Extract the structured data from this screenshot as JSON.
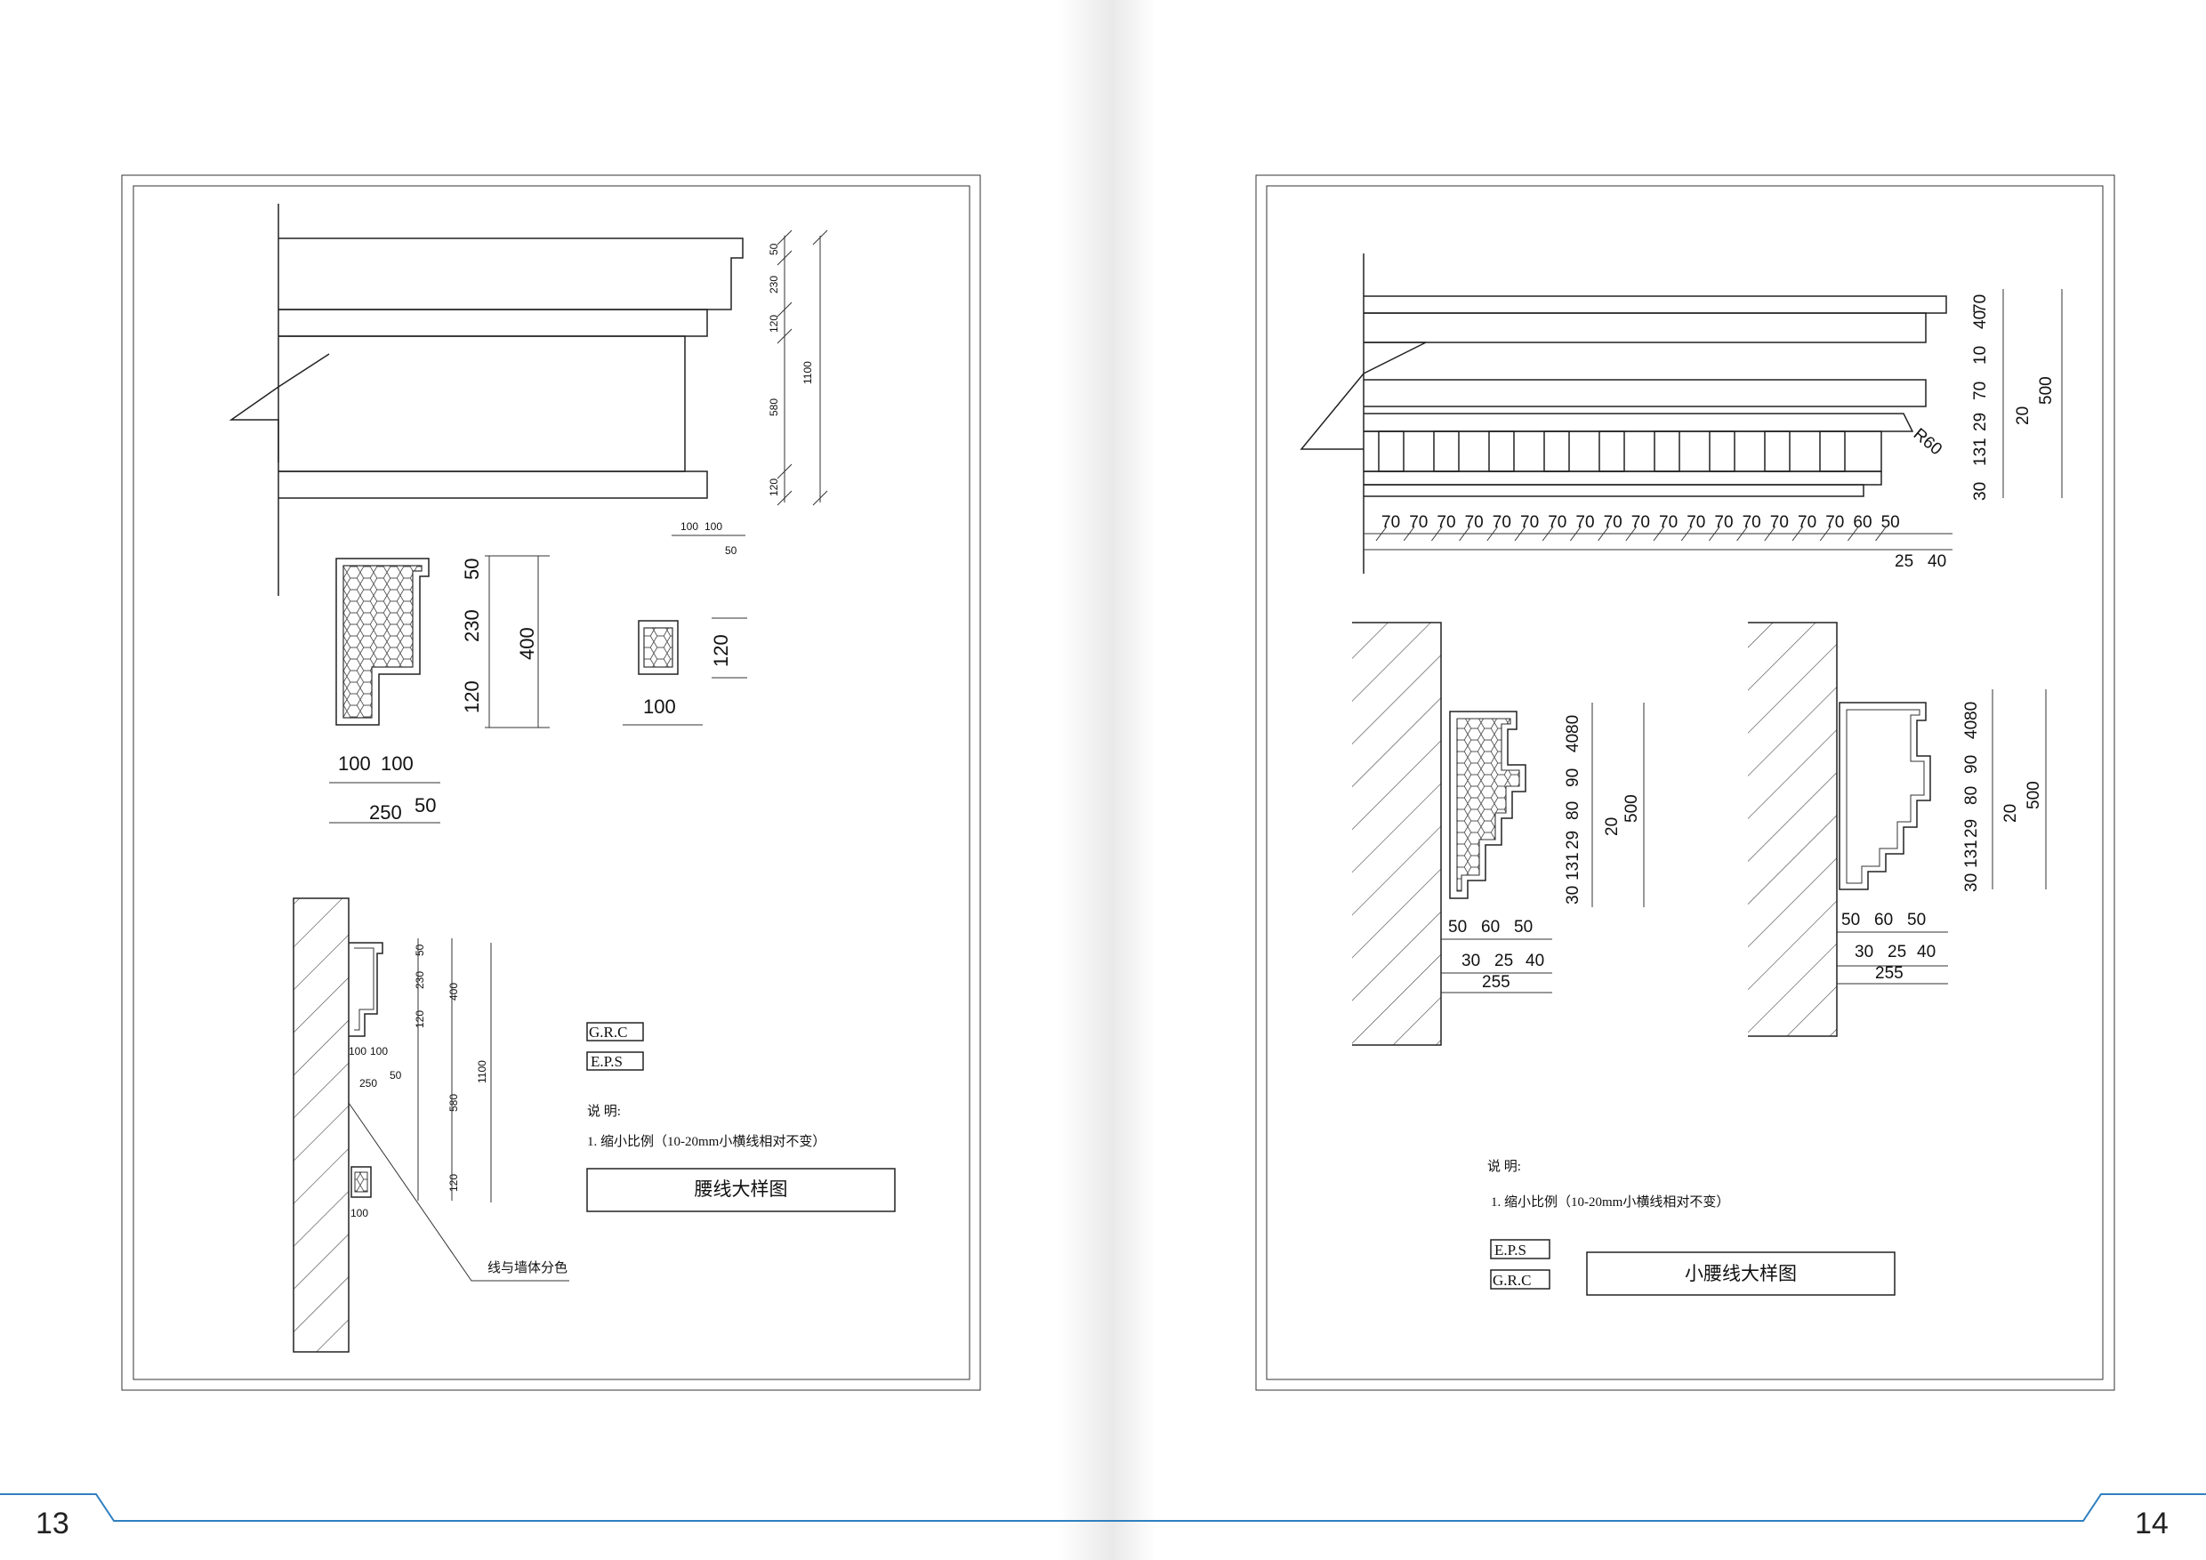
{
  "left_page": {
    "page_number": "13",
    "drawing_title": "腰线大样图",
    "notes_heading": "说 明:",
    "note_1": "1. 缩小比例（10-20mm小横线相对不变）",
    "callout": "线与墙体分色",
    "material_1": "G.R.C",
    "material_2": "E.P.S",
    "elevation_dims": [
      "50",
      "230",
      "120",
      "580",
      "120",
      "1100"
    ],
    "elevation_bottom_dims": [
      "100",
      "100",
      "50"
    ],
    "section_a_dims_v": [
      "50",
      "230",
      "120",
      "400"
    ],
    "section_a_dims_h": [
      "100",
      "100",
      "250",
      "50"
    ],
    "section_b_dims": [
      "120",
      "100"
    ],
    "wall_section_dims_v": [
      "50",
      "230",
      "120",
      "400",
      "580",
      "120",
      "1100"
    ],
    "wall_section_dims_h": [
      "100",
      "100",
      "250",
      "50",
      "100"
    ]
  },
  "right_page": {
    "page_number": "14",
    "drawing_title": "小腰线大样图",
    "notes_heading": "说 明:",
    "note_1": "1. 缩小比例（10-20mm小横线相对不变）",
    "material_1": "E.P.S",
    "material_2": "G.R.C",
    "elevation_dims_v": [
      "70",
      "40",
      "10",
      "70",
      "29",
      "20",
      "131",
      "30",
      "500"
    ],
    "elevation_radius": "R60",
    "elevation_dims_h": [
      "70",
      "70",
      "70",
      "70",
      "70",
      "70",
      "70",
      "70",
      "70",
      "70",
      "70",
      "70",
      "70",
      "70",
      "70",
      "70",
      "70",
      "60",
      "50"
    ],
    "elevation_dims_h2": [
      "25",
      "40"
    ],
    "section_a_dims_v": [
      "80",
      "40",
      "90",
      "80",
      "29",
      "20",
      "131",
      "30",
      "500"
    ],
    "section_a_dims_h": [
      "50",
      "60",
      "50",
      "30",
      "25",
      "40",
      "255"
    ],
    "section_b_dims_v": [
      "80",
      "40",
      "90",
      "80",
      "29",
      "20",
      "131",
      "30",
      "500"
    ],
    "section_b_dims_h": [
      "50",
      "60",
      "50",
      "30",
      "25",
      "40",
      "255"
    ]
  },
  "colors": {
    "accent": "#2f7fbf",
    "line": "#222222",
    "page_shadow": "#d9d9d9"
  }
}
